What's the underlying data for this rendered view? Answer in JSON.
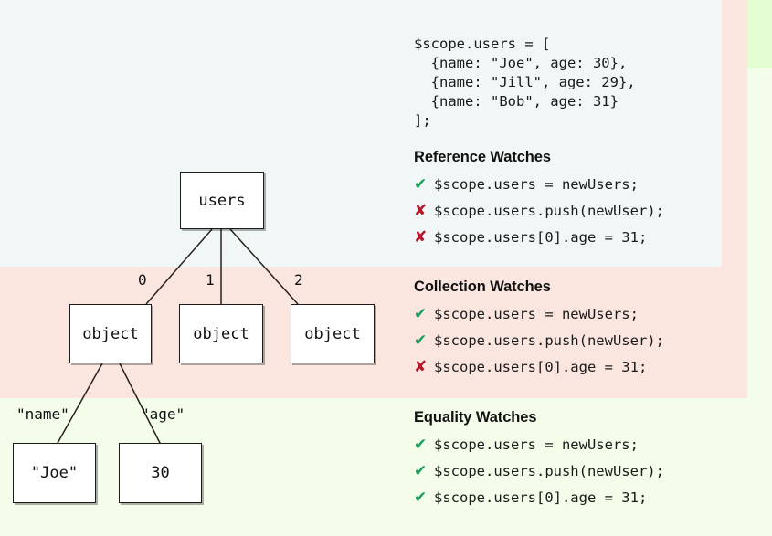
{
  "bands": {
    "top_label": "reference-zone",
    "middle_label": "collection-zone",
    "bottom_label": "equality-zone",
    "colors": {
      "blue": "#f0f7f6",
      "pink": "#fae5df",
      "green": "#f3fde9",
      "green_bright": "#e3fcd1",
      "check": "#18a05c",
      "cross": "#b4152b"
    }
  },
  "code": {
    "lines": [
      "$scope.users = [",
      "  {name: \"Joe\", age: 30},",
      "  {name: \"Jill\", age: 29},",
      "  {name: \"Bob\", age: 31}",
      "];"
    ],
    "text": "$scope.users = [\n  {name: \"Joe\", age: 30},\n  {name: \"Jill\", age: 29},\n  {name: \"Bob\", age: 31}\n];"
  },
  "tree": {
    "root": {
      "label": "users"
    },
    "children": [
      {
        "label": "object",
        "edge": "0"
      },
      {
        "label": "object",
        "edge": "1"
      },
      {
        "label": "object",
        "edge": "2"
      }
    ],
    "leaves": [
      {
        "label": "\"Joe\"",
        "edge": "\"name\""
      },
      {
        "label": "30",
        "edge": "\"age\""
      }
    ]
  },
  "sections": [
    {
      "title": "Reference Watches",
      "rows": [
        {
          "mark": "check",
          "glyph": "✔",
          "code": "$scope.users = newUsers;"
        },
        {
          "mark": "cross",
          "glyph": "✘",
          "code": "$scope.users.push(newUser);"
        },
        {
          "mark": "cross",
          "glyph": "✘",
          "code": "$scope.users[0].age = 31;"
        }
      ]
    },
    {
      "title": "Collection Watches",
      "rows": [
        {
          "mark": "check",
          "glyph": "✔",
          "code": "$scope.users = newUsers;"
        },
        {
          "mark": "check",
          "glyph": "✔",
          "code": "$scope.users.push(newUser);"
        },
        {
          "mark": "cross",
          "glyph": "✘",
          "code": "$scope.users[0].age = 31;"
        }
      ]
    },
    {
      "title": "Equality Watches",
      "rows": [
        {
          "mark": "check",
          "glyph": "✔",
          "code": "$scope.users = newUsers;"
        },
        {
          "mark": "check",
          "glyph": "✔",
          "code": "$scope.users.push(newUser);"
        },
        {
          "mark": "check",
          "glyph": "✔",
          "code": "$scope.users[0].age = 31;"
        }
      ]
    }
  ]
}
